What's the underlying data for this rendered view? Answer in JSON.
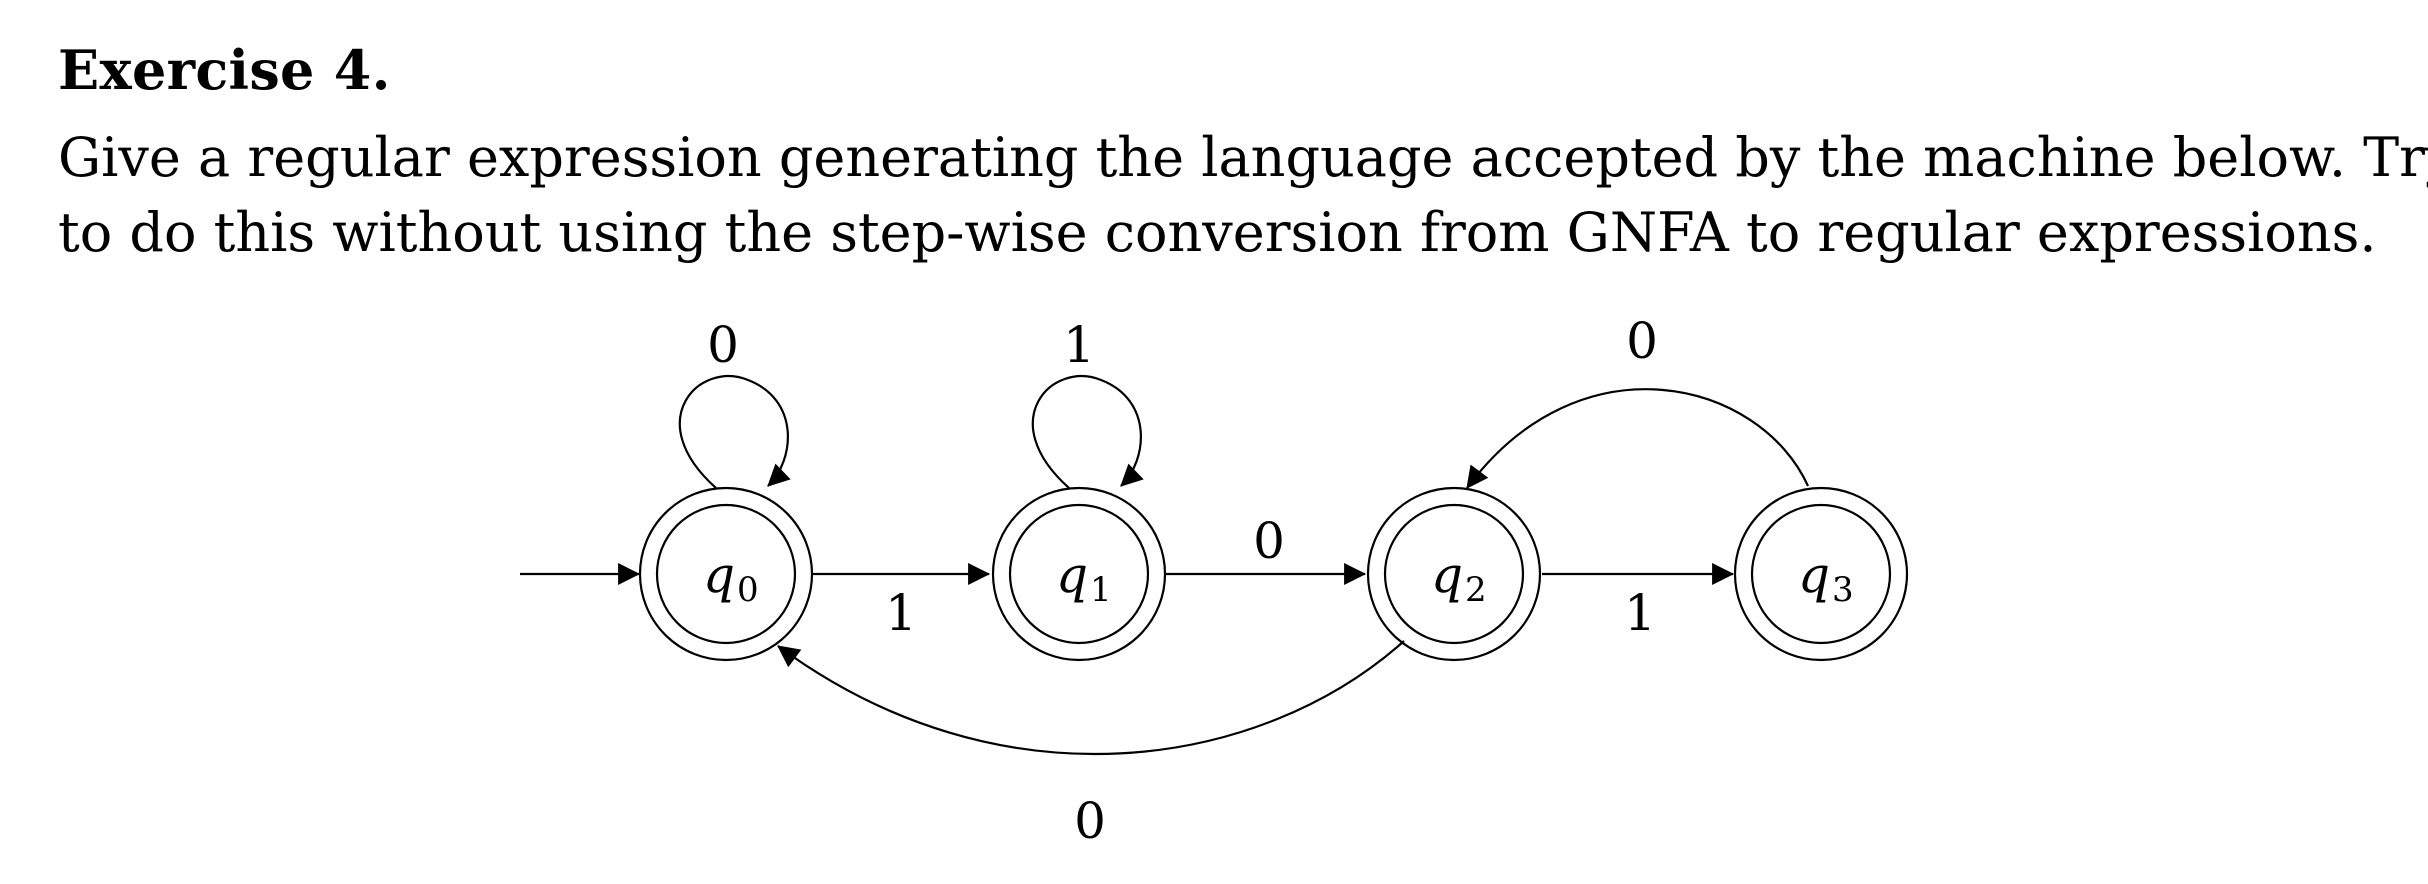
{
  "exercise": {
    "heading": "Exercise 4.",
    "text_line1": "Give a regular expression generating the language accepted by the machine below. Try",
    "text_line2": "to do this without using the step-wise conversion from GNFA to regular expressions."
  },
  "automaton": {
    "states": [
      {
        "id": "q0",
        "var": "q",
        "index": "0",
        "start": true,
        "accepting": true
      },
      {
        "id": "q1",
        "var": "q",
        "index": "1",
        "start": false,
        "accepting": true
      },
      {
        "id": "q2",
        "var": "q",
        "index": "2",
        "start": false,
        "accepting": true
      },
      {
        "id": "q3",
        "var": "q",
        "index": "3",
        "start": false,
        "accepting": true
      }
    ],
    "transitions": [
      {
        "from": "q0",
        "to": "q0",
        "symbol": "0"
      },
      {
        "from": "q1",
        "to": "q1",
        "symbol": "1"
      },
      {
        "from": "q0",
        "to": "q1",
        "symbol": "1"
      },
      {
        "from": "q1",
        "to": "q2",
        "symbol": "0"
      },
      {
        "from": "q2",
        "to": "q3",
        "symbol": "1"
      },
      {
        "from": "q3",
        "to": "q2",
        "symbol": "0"
      },
      {
        "from": "q2",
        "to": "q0",
        "symbol": "0"
      }
    ]
  }
}
